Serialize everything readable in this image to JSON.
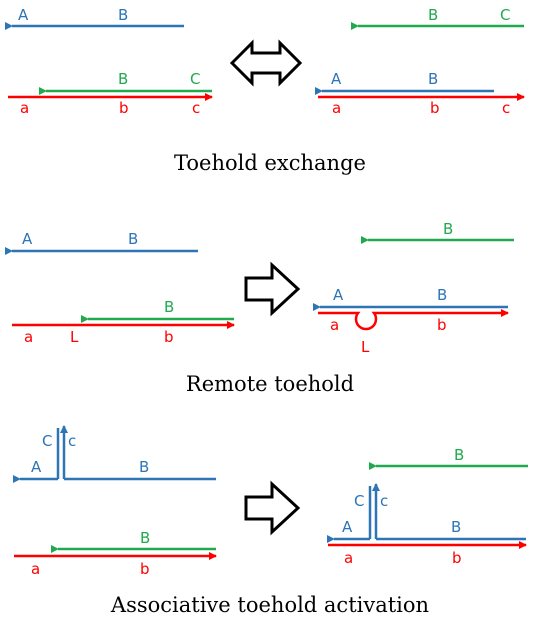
{
  "colors": {
    "blue": "#2e75b6",
    "green": "#21a94e",
    "red": "#ff0000",
    "black": "#000000"
  },
  "toehold_exchange": {
    "caption": "Toehold exchange",
    "left": {
      "top_labels": [
        "A",
        "B"
      ],
      "middle_labels": [
        "B",
        "C"
      ],
      "bottom_labels": [
        "a",
        "b",
        "c"
      ]
    },
    "right": {
      "top_labels": [
        "B",
        "C"
      ],
      "middle_labels": [
        "A",
        "B"
      ],
      "bottom_labels": [
        "a",
        "b",
        "c"
      ]
    },
    "arrow_icon": "double-arrow-icon"
  },
  "remote_toehold": {
    "caption": "Remote toehold",
    "left": {
      "top_labels": [
        "A",
        "B"
      ],
      "middle_labels": [
        "B"
      ],
      "bottom_labels": [
        "a",
        "L",
        "b"
      ]
    },
    "right": {
      "top_labels": [
        "B"
      ],
      "middle_labels": [
        "A",
        "B"
      ],
      "bottom_labels": [
        "a",
        "L",
        "b"
      ]
    },
    "arrow_icon": "right-arrow-icon"
  },
  "associative_toehold": {
    "caption": "Associative toehold activation",
    "left": {
      "branch_labels": [
        "C",
        "c"
      ],
      "top_labels": [
        "A",
        "B"
      ],
      "middle_labels": [
        "B"
      ],
      "bottom_labels": [
        "a",
        "b"
      ]
    },
    "right": {
      "top_labels": [
        "B"
      ],
      "branch_labels": [
        "C",
        "c"
      ],
      "middle_labels": [
        "A",
        "B"
      ],
      "bottom_labels": [
        "a",
        "b"
      ]
    },
    "arrow_icon": "right-arrow-icon"
  }
}
